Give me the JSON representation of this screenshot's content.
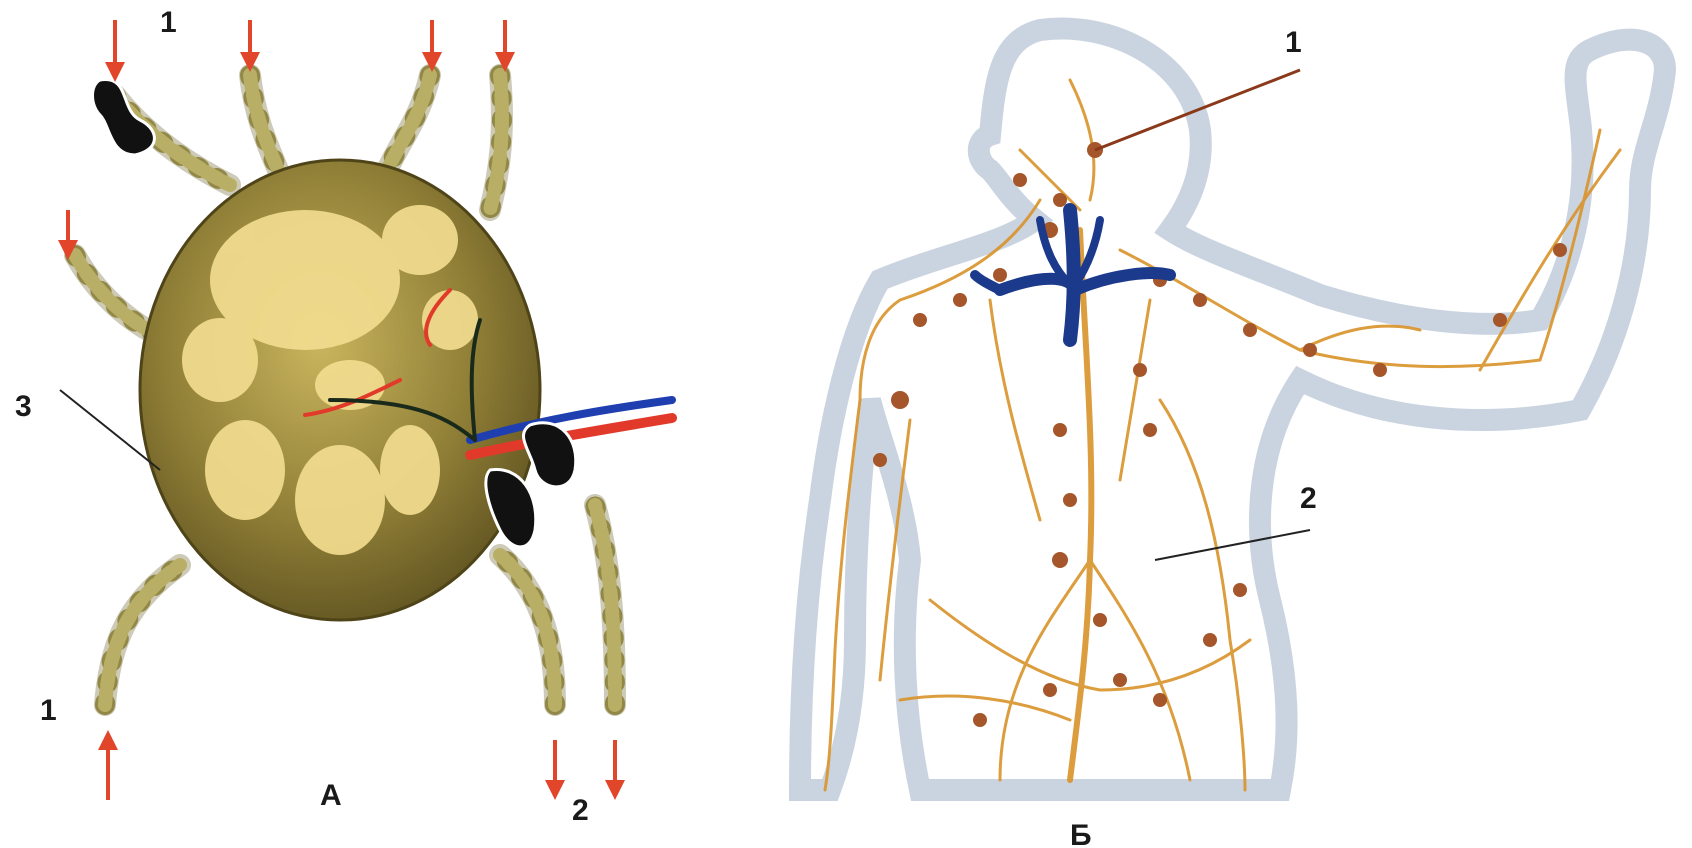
{
  "panel_a": {
    "panel_label": "А",
    "afferent_label_top": "1",
    "afferent_label_bottom": "1",
    "efferent_label": "2",
    "capsule_label": "3"
  },
  "panel_b": {
    "panel_label": "Б",
    "node_label": "1",
    "duct_label": "2"
  },
  "colors": {
    "node_body": "#8a7a3a",
    "node_light": "#f2dc8f",
    "vessel": "#a39a55",
    "arrow": "#e2462a",
    "artery": "#e23a2a",
    "vein": "#1f3fb0",
    "lymph_vessel": "#d9932a",
    "lymph_node": "#a5562a",
    "thoracic_duct_vein": "#1c3a8c",
    "body_outline": "#b8c6d6"
  }
}
